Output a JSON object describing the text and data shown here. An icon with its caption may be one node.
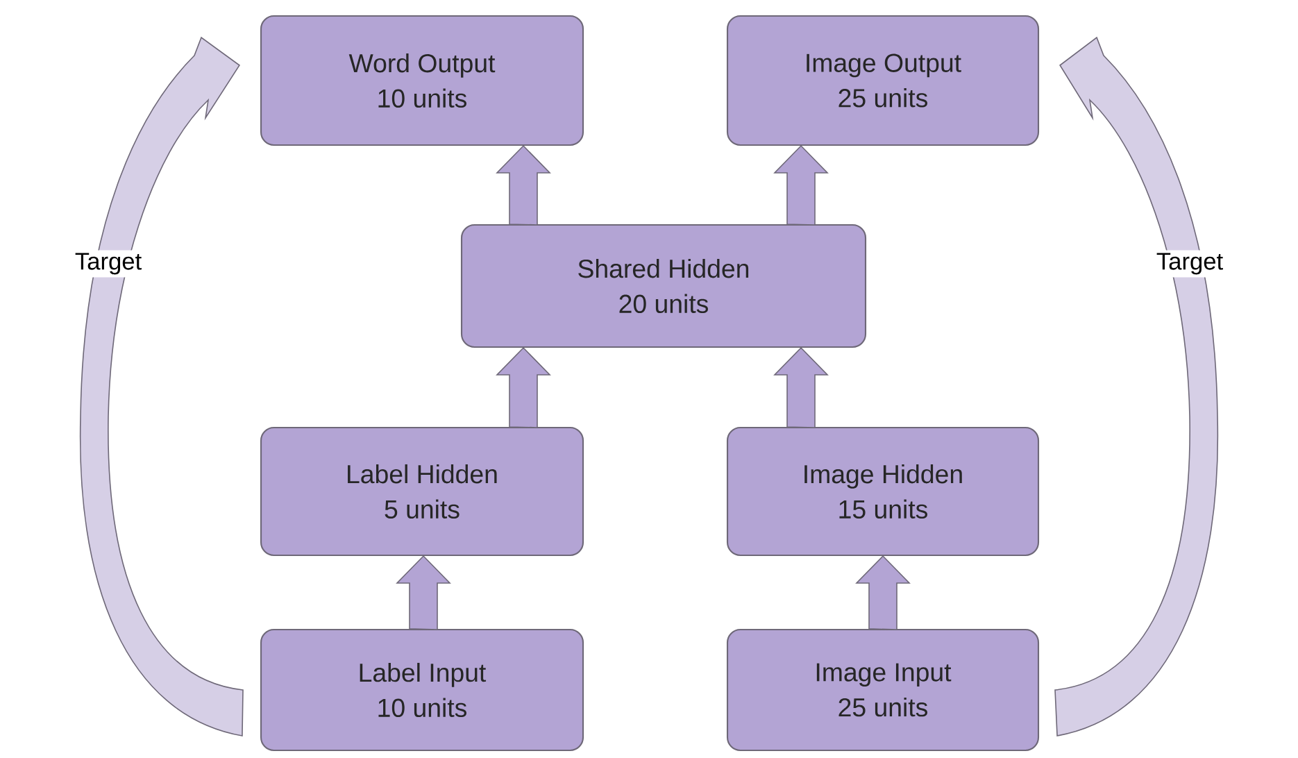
{
  "diagram": {
    "nodes": [
      {
        "text": [
          "Word Output",
          "10 units"
        ]
      },
      {
        "text": [
          "Image Output",
          "25 units"
        ]
      },
      {
        "text": [
          "Shared Hidden",
          "20 units"
        ]
      },
      {
        "text": [
          "Label Hidden",
          "5 units"
        ]
      },
      {
        "text": [
          "Image Hidden",
          "15 units"
        ]
      },
      {
        "text": [
          "Label Input",
          "10 units"
        ]
      },
      {
        "text": [
          "Image Input",
          "25 units"
        ]
      }
    ],
    "edges": [
      {
        "from": 2,
        "to": 0,
        "arrow": "to"
      },
      {
        "from": 2,
        "to": 1,
        "arrow": "to"
      },
      {
        "from": 3,
        "to": 2,
        "arrow": "to"
      },
      {
        "from": 4,
        "to": 2,
        "arrow": "to"
      },
      {
        "from": 5,
        "to": 3,
        "arrow": "to"
      },
      {
        "from": 6,
        "to": 4,
        "arrow": "to"
      },
      {
        "from": 5,
        "to": 0,
        "arrow": "to",
        "label": "Target",
        "color": "#d6cfe6"
      },
      {
        "from": 6,
        "to": 1,
        "arrow": "to",
        "label": "Target",
        "color": "#d6cfe6"
      }
    ]
  }
}
